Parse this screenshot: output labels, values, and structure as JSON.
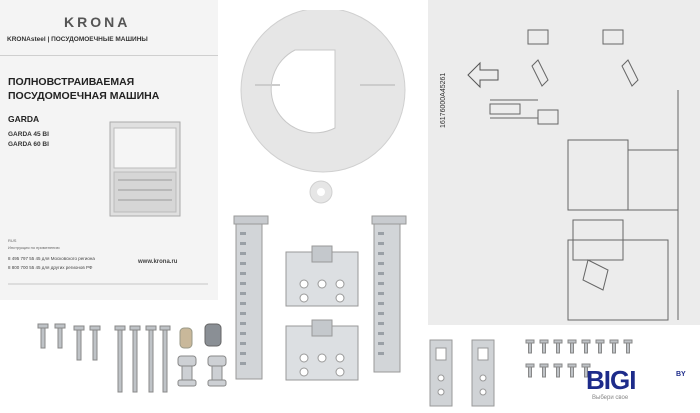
{
  "manual": {
    "brand": "KRONA",
    "brand_sub": "KRONAsteel | ПОСУДОМОЕЧНЫЕ МАШИНЫ",
    "title_line1": "ПОЛНОВСТРАИВАЕМАЯ",
    "title_line2": "ПОСУДОМОЕЧНАЯ МАШИНА",
    "model": "GARDA",
    "model_1": "GARDA 45 BI",
    "model_2": "GARDA 60 BI",
    "lang": "RUS",
    "instructions": "Инструкция по применению",
    "phone_1": "8 495 797 55 45 для Московского региона",
    "phone_2": "8 800 700 55 45 для других регионов РФ",
    "url": "www.krona.ru"
  },
  "sheet": {
    "code": "16176000A45261"
  },
  "watermark": {
    "logo_text": "BIGI",
    "logo_suffix": "BY",
    "slogan": "Выбери свое"
  },
  "colors": {
    "logo_blue": "#1d2b8a",
    "metal": "#b8bcc0"
  }
}
